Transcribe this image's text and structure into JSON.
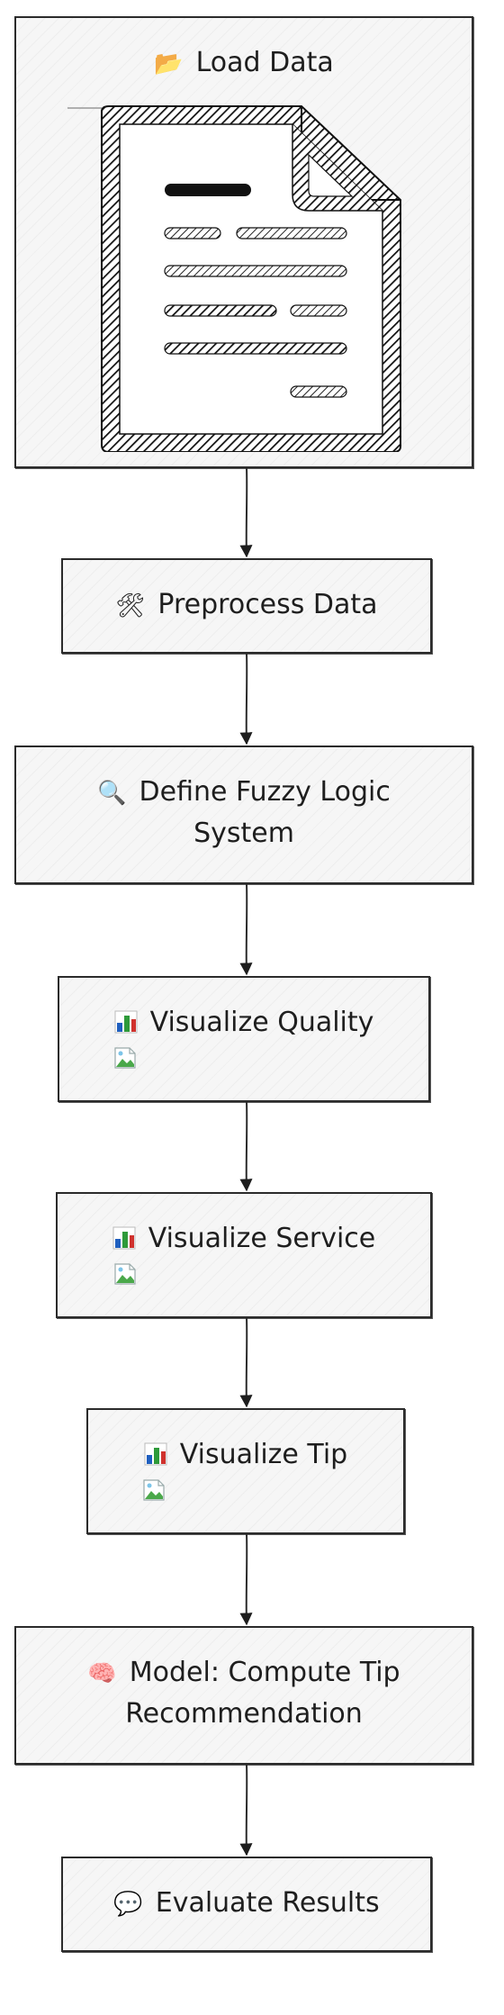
{
  "diagram": {
    "nodes": [
      {
        "id": "load",
        "label": "Load Data",
        "icon": "folder-icon",
        "glyph": "📂"
      },
      {
        "id": "preprocess",
        "label": "Preprocess Data",
        "icon": "tools-icon",
        "glyph": "🛠"
      },
      {
        "id": "fuzzy",
        "label_lines": [
          "Define Fuzzy Logic",
          "System"
        ],
        "icon": "magnifier-icon",
        "glyph": "🔍"
      },
      {
        "id": "quality",
        "label": "Visualize Quality",
        "icon": "bar-chart-icon",
        "glyph": "📊"
      },
      {
        "id": "service",
        "label": "Visualize Service",
        "icon": "bar-chart-icon",
        "glyph": "📊"
      },
      {
        "id": "tip",
        "label": "Visualize Tip",
        "icon": "bar-chart-icon",
        "glyph": "📊"
      },
      {
        "id": "model",
        "label_lines": [
          "Model: Compute Tip",
          "Recommendation"
        ],
        "icon": "brain-icon",
        "glyph": "🧠"
      },
      {
        "id": "evaluate",
        "label": "Evaluate Results",
        "icon": "speech-bubble-icon",
        "glyph": "💬"
      }
    ],
    "edges": [
      {
        "from": "load",
        "to": "preprocess"
      },
      {
        "from": "preprocess",
        "to": "fuzzy"
      },
      {
        "from": "fuzzy",
        "to": "quality"
      },
      {
        "from": "quality",
        "to": "service"
      },
      {
        "from": "service",
        "to": "tip"
      },
      {
        "from": "tip",
        "to": "model"
      },
      {
        "from": "model",
        "to": "evaluate"
      }
    ],
    "colors": {
      "stroke": "#2b2b2b",
      "fill": "#f6f6f6",
      "text": "#1e1e1e",
      "chart_blue": "#1f5fbf",
      "chart_green": "#2e9a3a",
      "chart_red": "#d0312d"
    }
  }
}
